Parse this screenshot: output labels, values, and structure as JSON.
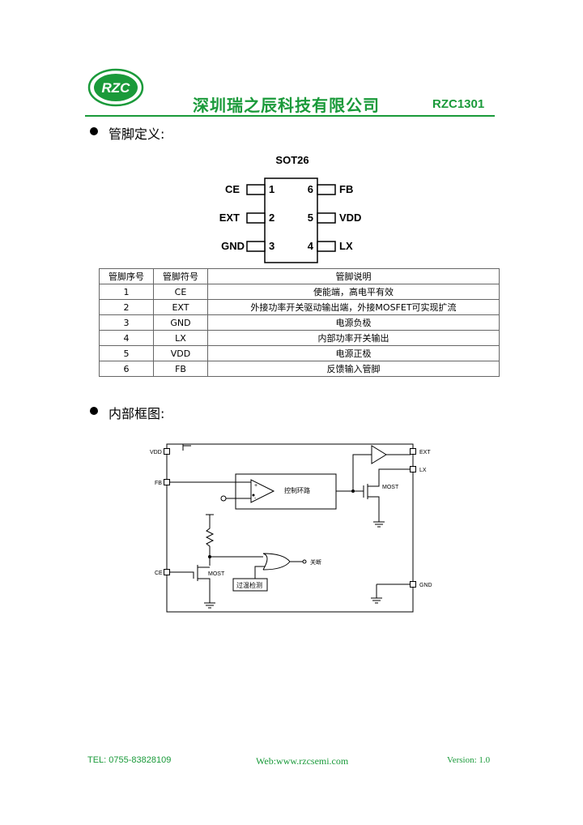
{
  "header": {
    "logo_text": "RZC",
    "company": "深圳瑞之辰科技有限公司",
    "part_number": "RZC1301"
  },
  "pin_section": {
    "title": "管脚定义:",
    "package": "SOT26",
    "pins_left": [
      {
        "name": "CE",
        "num": "1"
      },
      {
        "name": "EXT",
        "num": "2"
      },
      {
        "name": "GND",
        "num": "3"
      }
    ],
    "pins_right": [
      {
        "name": "FB",
        "num": "6"
      },
      {
        "name": "VDD",
        "num": "5"
      },
      {
        "name": "LX",
        "num": "4"
      }
    ]
  },
  "pin_table": {
    "headers": [
      "管脚序号",
      "管脚符号",
      "管脚说明"
    ],
    "rows": [
      [
        "1",
        "CE",
        "使能端，高电平有效"
      ],
      [
        "2",
        "EXT",
        "外接功率开关驱动输出端，外接MOSFET可实现扩流"
      ],
      [
        "3",
        "GND",
        "电源负极"
      ],
      [
        "4",
        "LX",
        "内部功率开关输出"
      ],
      [
        "5",
        "VDD",
        "电源正极"
      ],
      [
        "6",
        "FB",
        "反馈输入管脚"
      ]
    ]
  },
  "block_section": {
    "title": "内部框图:",
    "labels": {
      "vdd": "VDD",
      "fb": "FB",
      "ce": "CE",
      "ext": "EXT",
      "lx": "LX",
      "gnd": "GND",
      "control_loop": "控制环路",
      "most_top": "MOST",
      "most_bottom": "MOST",
      "shutdown": "关断",
      "overtemp": "过温检测"
    }
  },
  "footer": {
    "tel": "TEL: 0755-83828109",
    "web": "Web:www.rzcsemi.com",
    "version": "Version: 1.0"
  },
  "colors": {
    "brand_green": "#1a9a3a"
  }
}
